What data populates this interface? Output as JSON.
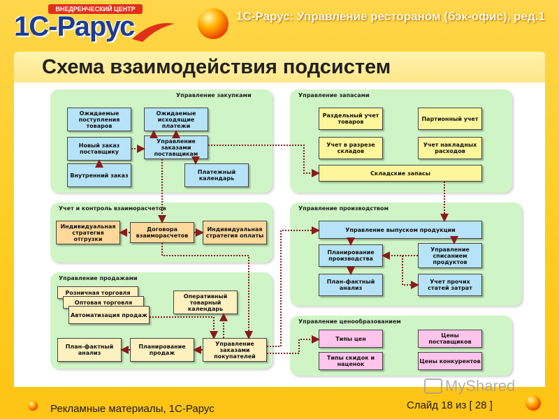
{
  "header": {
    "logo_tag": "ВНЕДРЕНЧЕСКИЙ ЦЕНТР",
    "logo_text": "1С-Рарус",
    "app_title": "1С-Рарус: Управление рестораном (бэк-офис), ред.1",
    "page_title": "Схема взаимодействия подсистем"
  },
  "colors": {
    "accent": "#ffcc20",
    "group": "#cff5c6",
    "blue": "#b6e3f7",
    "yellow": "#fff59b",
    "orange": "#ffd89a",
    "pink": "#ffc4ec",
    "connector": "#8b1a1a"
  },
  "groups": {
    "purchases": {
      "title": "Управление закупками",
      "expected_receipts": "Ожидаемые поступления товаров",
      "expected_payments": "Ожидаемые исходящие платежи",
      "new_supplier_order": "Новый заказ поставщику",
      "supplier_orders_mgmt": "Управление заказами поставщикам",
      "internal_order": "Внутренний заказ",
      "payment_calendar": "Платежный календарь"
    },
    "stock": {
      "title": "Управление запасами",
      "separate_accounting": "Раздельный учет товаров",
      "batch_accounting": "Партионный учет",
      "warehouse_accounting": "Учет в разрезе складов",
      "overhead_accounting": "Учет накладных расходов",
      "warehouse_stock": "Складские запасы"
    },
    "settlements": {
      "title": "Учет и контроль взаиморасчетов",
      "shipping_strategy": "Индивидуальная стратегия отгрузки",
      "contracts": "Договора взаиморасчетов",
      "payment_strategy": "Индивидуальная стратегия оплаты"
    },
    "production": {
      "title": "Управление производством",
      "output_mgmt": "Управление выпуском продукции",
      "production_planning": "Планирование производства",
      "write_off_mgmt": "Управление списанием продуктов",
      "plan_fact": "План-фактный анализ",
      "other_costs": "Учет прочих статей затрат"
    },
    "sales": {
      "title": "Управление продажами",
      "retail": "Розничная торговля",
      "wholesale": "Оптовая торговля",
      "automation": "Автоматизация продаж",
      "operational_calendar": "Оперативный товарный календарь",
      "plan_fact": "План-фактный анализ",
      "sales_planning": "Планирование продаж",
      "customer_orders": "Управление заказами покупателей"
    },
    "pricing": {
      "title": "Управление ценообразованием",
      "price_types": "Типы цен",
      "supplier_prices": "Цены поставщиков",
      "discount_types": "Типы скидок и наценок",
      "competitor_prices": "Цены конкурентов"
    }
  },
  "footer": {
    "left": "Рекламные материалы, 1С-Рарус",
    "right": "Слайд 18 из [ 28 ]",
    "watermark": "MyShared"
  }
}
